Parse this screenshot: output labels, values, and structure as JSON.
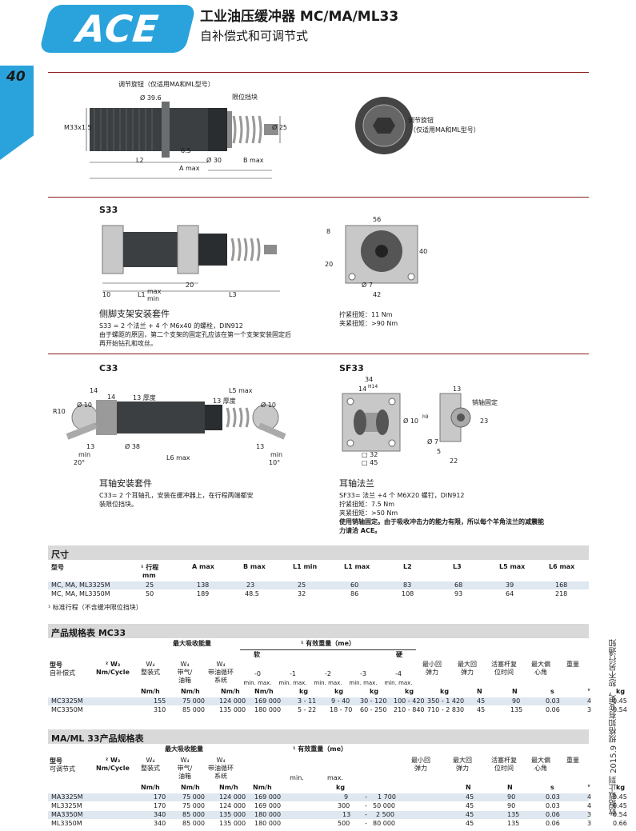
{
  "brand": "ACE",
  "header": {
    "title": "工业油压缓冲器 MC/MA/ML33",
    "subtitle": "自补偿式和可调节式",
    "page": "40"
  },
  "fig1": {
    "knob": "调节旋钮（仅适用MA和ML型号）",
    "stop": "限位挡块",
    "d39": "Ø 39.6",
    "m33": "M33x1.5",
    "d25": "Ø 25",
    "d30": "Ø 30",
    "d65": "6.5",
    "l2": "L2",
    "bmax": "B max",
    "amax": "A max",
    "knob2a": "调节旋钮",
    "knob2b": "（仅适用MA和ML型号）"
  },
  "s33": {
    "title": "S33",
    "l1": "L1",
    "max": "max",
    "min": "min",
    "n20": "20",
    "n10": "10",
    "l3": "L3",
    "cap": "侧脚支架安装套件",
    "d1": "S33 = 2 个法兰 + 4 个 M6x40 的螺栓，DIN912",
    "d2": "由于螺距的原因，第二个支架的固定孔应该在第一个支架安装固定后",
    "d3": "再开始钻孔和攻丝。",
    "n56": "56",
    "n8": "8",
    "n40": "40",
    "n20b": "20",
    "d7": "Ø 7",
    "n42": "42",
    "t1": "拧紧扭矩：11 Nm",
    "t2": "夹紧扭矩：>90 Nm"
  },
  "c33": {
    "title": "C33",
    "n14a": "14",
    "n14b": "14",
    "t13": "13 厚度",
    "t13b": "13 厚度",
    "l5": "L5 max",
    "r10": "R10",
    "d10": "Ø 10",
    "d10b": "Ø 10",
    "n13": "13",
    "n13b": "13",
    "d38": "Ø 38",
    "l6": "L6 max",
    "a20": "20°",
    "a10": "10°",
    "min": "min",
    "cap": "耳轴安装套件",
    "d1": "C33= 2 个耳轴孔，安装在缓冲器上，在行程两端都安",
    "d2": "装限位挡块。"
  },
  "sf33": {
    "title": "SF33",
    "n34": "34",
    "n14": "14",
    "h14": "H14",
    "d10h9": "Ø 10",
    "h9": "h9",
    "n32": "□ 32",
    "n45": "□ 45",
    "n13": "13",
    "pin": "销轴固定",
    "n23": "23",
    "d7": "Ø 7",
    "n5": "5",
    "n22": "22",
    "cap": "耳轴法兰",
    "d1": "SF33= 法兰 +4 个 M6X20 螺钉，DIN912",
    "t1": "拧紧扭矩：7.5 Nm",
    "t2": "夹紧扭矩：>50 Nm",
    "b1": "使用销轴固定。由于吸收冲击力的能力有限，所以每个羊角法兰的减震能",
    "b2": "力请洽 ACE。"
  },
  "dims": {
    "title": "尺寸",
    "headers": [
      "型号",
      "¹ 行程",
      "A max",
      "B max",
      "L1 min",
      "L1 max",
      "L2",
      "L3",
      "L5 max",
      "L6 max"
    ],
    "unit": "mm",
    "rows": [
      [
        "MC, MA, ML3325M",
        "25",
        "138",
        "23",
        "25",
        "60",
        "83",
        "68",
        "39",
        "168"
      ],
      [
        "MC, MA, ML3350M",
        "50",
        "189",
        "48.5",
        "32",
        "86",
        "108",
        "93",
        "64",
        "218"
      ]
    ],
    "note": "¹ 标准行程（不含缓冲限位挡块）"
  },
  "mc33": {
    "title": "产品规格表 MC33",
    "grp1": "最大吸收能量",
    "grp2": "¹ 有效重量（me）",
    "soft": "软",
    "hard": "硬",
    "model": "型号",
    "modelsub": "自补偿式",
    "h": [
      "² W₃",
      "W₄",
      "W₄",
      "W₄"
    ],
    "h2": [
      "Nm/Cycle",
      "整装式",
      "带气/",
      "带油循环"
    ],
    "h3": [
      "",
      "",
      "油箱",
      "系统"
    ],
    "grades": [
      "-0",
      "-1",
      "-2",
      "-3",
      "-4"
    ],
    "minmax": "min. max.",
    "cols": [
      "最小回",
      "最大回",
      "活塞杆复",
      "最大偏",
      "重量"
    ],
    "cols2": [
      "弹力",
      "弹力",
      "位时间",
      "心角",
      ""
    ],
    "units": [
      "Nm/h",
      "Nm/h",
      "Nm/h",
      "kg",
      "kg",
      "kg",
      "kg",
      "kg",
      "N",
      "N",
      "s",
      "°",
      "kg"
    ],
    "rows": [
      [
        "MC3325M",
        "155",
        "75 000",
        "124 000",
        "169 000",
        "3 - 11",
        "9 - 40",
        "30 - 120",
        "100 - 420",
        "350 - 1 420",
        "45",
        "90",
        "0.03",
        "4",
        "0.45"
      ],
      [
        "MC3350M",
        "310",
        "85 000",
        "135 000",
        "180 000",
        "5 - 22",
        "18 - 70",
        "60 - 250",
        "210 - 840",
        "710 - 2 830",
        "45",
        "135",
        "0.06",
        "3",
        "0.54"
      ]
    ]
  },
  "ma33": {
    "title": "MA/ML 33产品规格表",
    "grp1": "最大吸收能量",
    "grp2": "¹ 有效重量（me）",
    "model": "型号",
    "modelsub": "可调节式",
    "min": "min.",
    "max": "max.",
    "rows": [
      [
        "MA3325M",
        "170",
        "75 000",
        "124 000",
        "169 000",
        "9",
        "-",
        "1 700",
        "45",
        "90",
        "0.03",
        "4",
        "0.45"
      ],
      [
        "ML3325M",
        "170",
        "75 000",
        "124 000",
        "169 000",
        "300",
        "-",
        "50 000",
        "45",
        "90",
        "0.03",
        "4",
        "0.45"
      ],
      [
        "MA3350M",
        "340",
        "85 000",
        "135 000",
        "180 000",
        "13",
        "-",
        "2 500",
        "45",
        "135",
        "0.06",
        "3",
        "0.54"
      ],
      [
        "ML3350M",
        "340",
        "85 000",
        "135 000",
        "180 000",
        "500",
        "-",
        "80 000",
        "45",
        "135",
        "0.06",
        "3",
        "0.66"
      ]
    ]
  },
  "side_note": "数据截止到 2015.9 规格如有变更，恕不另行通知"
}
